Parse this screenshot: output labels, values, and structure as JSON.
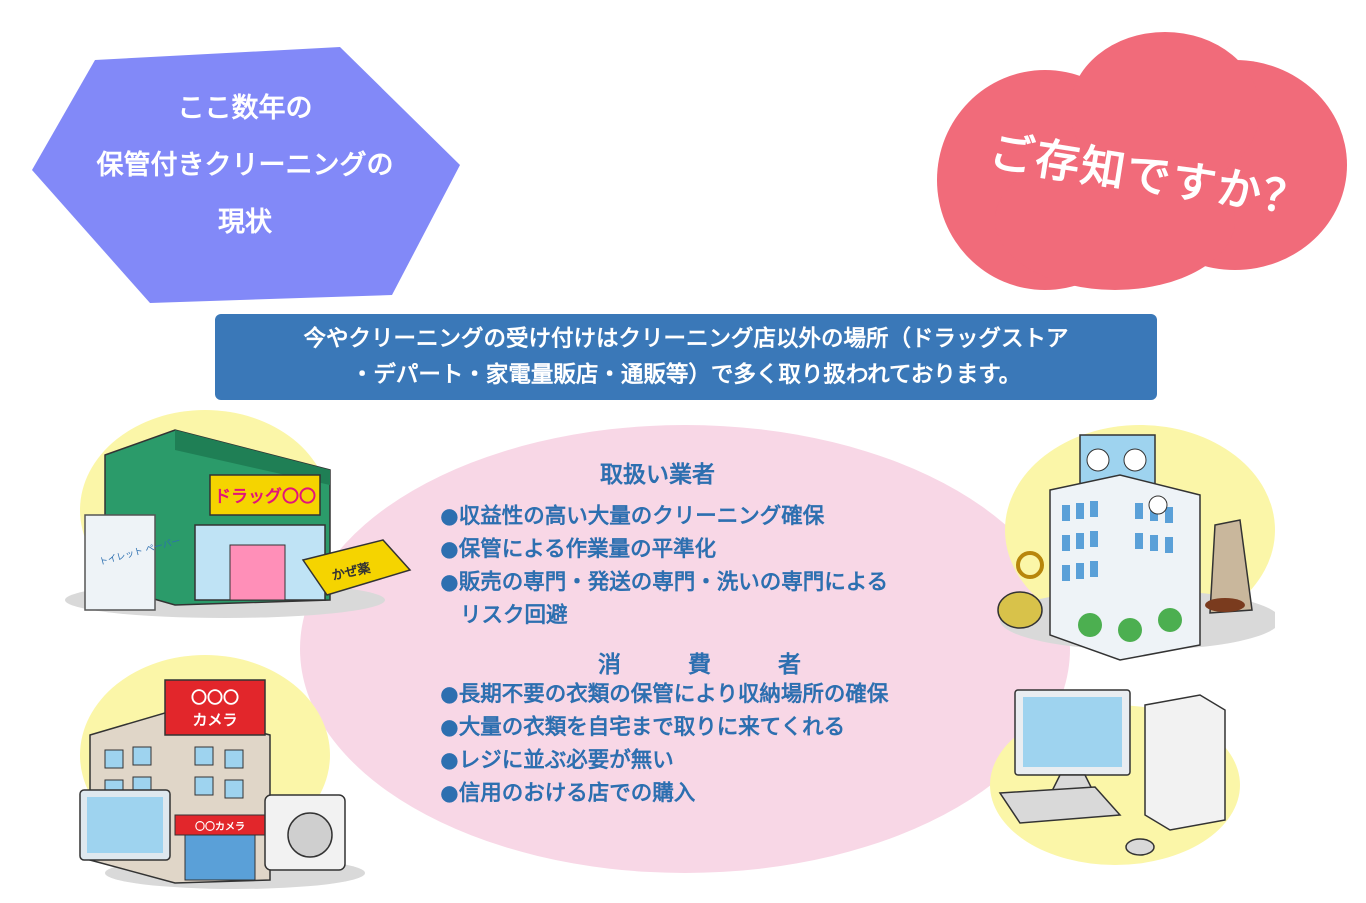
{
  "hexagon": {
    "lines": [
      "ここ数年の",
      "保管付きクリーニングの",
      "現状"
    ],
    "color": "#8289f8"
  },
  "cloud": {
    "text": "ご存知ですか？",
    "color": "#f16b7a"
  },
  "banner": {
    "lines": [
      "今やクリーニングの受け付けはクリーニング店以外の場所（ドラッグストア",
      "・デパート・家電量販店・通販等）で多く取り扱われております。"
    ],
    "color": "#3a78b8"
  },
  "providers": {
    "title": "取扱い業者",
    "items": [
      "●収益性の高い大量のクリーニング確保",
      "●保管による作業量の平準化",
      "●販売の専門・発送の専門・洗いの専門による"
    ],
    "continuation": "リスク回避"
  },
  "consumers": {
    "title": "消　費　者",
    "items": [
      "●長期不要の衣類の保管により収納場所の確保",
      "●大量の衣類を自宅まで取りに来てくれる",
      "●レジに並ぶ必要が無い",
      "●信用のおける店での購入"
    ]
  },
  "illustrations": {
    "drugstore": {
      "sign": "ドラッグ〇〇",
      "tissue": "トイレット ペーパー",
      "box": "かぜ薬"
    },
    "camera_store": {
      "sign_top": "〇〇〇",
      "sign_name": "カメラ",
      "shop_label": "〇〇カメラ"
    },
    "department_store": {},
    "computer": {}
  },
  "colors": {
    "ellipse": "#f8d7e6",
    "yellow_bg": "#fbf6a8",
    "text_blue": "#2d6fb0"
  }
}
